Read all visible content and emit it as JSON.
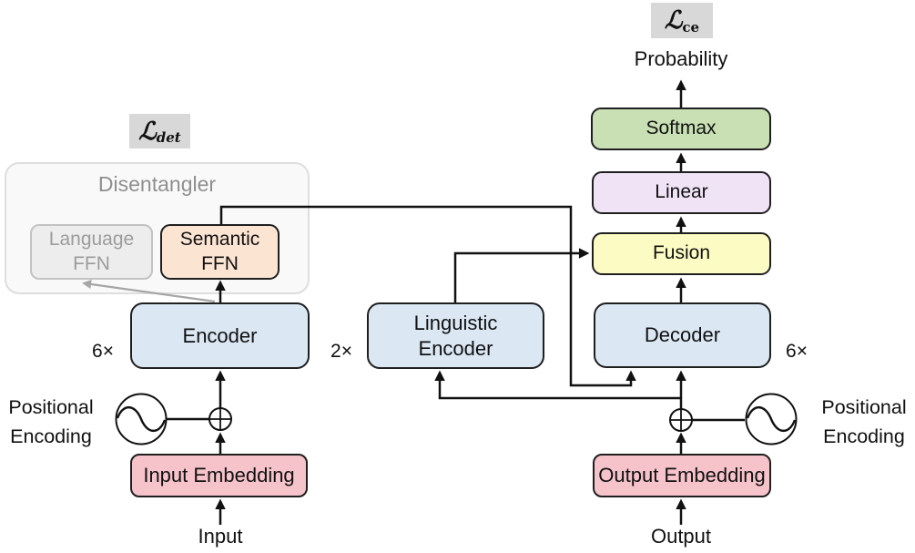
{
  "losses": {
    "det": {
      "symbol": "ℒ",
      "sub": "det"
    },
    "ce": {
      "symbol": "ℒ",
      "sub": "ce"
    }
  },
  "disentangler": {
    "title": "Disentangler",
    "language_ffn": "Language\nFFN",
    "semantic_ffn": "Semantic\nFFN"
  },
  "encoder_branch": {
    "multiplier": "6×",
    "encoder": "Encoder",
    "positional_encoding": "Positional\nEncoding",
    "input_embedding": "Input Embedding",
    "input": "Input"
  },
  "linguistic_branch": {
    "multiplier": "2×",
    "encoder": "Linguistic\nEncoder"
  },
  "decoder_branch": {
    "multiplier": "6×",
    "probability": "Probability",
    "softmax": "Softmax",
    "linear": "Linear",
    "fusion": "Fusion",
    "decoder": "Decoder",
    "positional_encoding": "Positional\nEncoding",
    "output_embedding": "Output Embedding",
    "output": "Output"
  },
  "icons": {
    "sine_wave": "sine-wave-icon",
    "add": "plus-circle-icon"
  },
  "colors": {
    "encoder_fill": "#dbe8f4",
    "softmax_fill": "#c8e0b3",
    "linear_fill": "#f0e3f5",
    "fusion_fill": "#fbfbc3",
    "embedding_fill": "#f6c3ca",
    "semantic_ffn_fill": "#fce4d3",
    "language_ffn_fill": "#ededed",
    "disentangler_fill": "#f9f9f9",
    "loss_badge_bg": "#d8d8d8",
    "muted_text": "#8f8f8f",
    "wire": "#111111",
    "gray_arrow": "#a6a6a6"
  }
}
